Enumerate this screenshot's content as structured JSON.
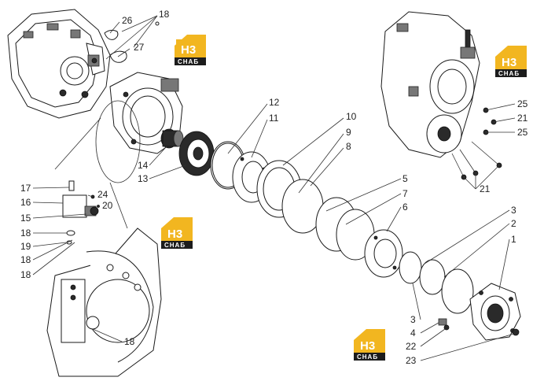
{
  "labels": {
    "l18a": "18",
    "l26": "26",
    "l27": "27",
    "l12": "12",
    "l11": "11",
    "l10": "10",
    "l9": "9",
    "l8": "8",
    "l14": "14",
    "l13": "13",
    "l17": "17",
    "l16": "16",
    "l24": "24",
    "l20": "20",
    "l15": "15",
    "l18b": "18",
    "l19": "19",
    "l18c": "18",
    "l18d": "18",
    "l18e": "18",
    "l5": "5",
    "l7": "7",
    "l6": "6",
    "l3a": "3",
    "l2": "2",
    "l1": "1",
    "l3b": "3",
    "l4": "4",
    "l22": "22",
    "l23": "23",
    "l25a": "25",
    "l21a": "21",
    "l25b": "25",
    "l21b": "21"
  },
  "logo": {
    "mark": "H3",
    "text": "CHAБ",
    "color": "#f2b620"
  }
}
